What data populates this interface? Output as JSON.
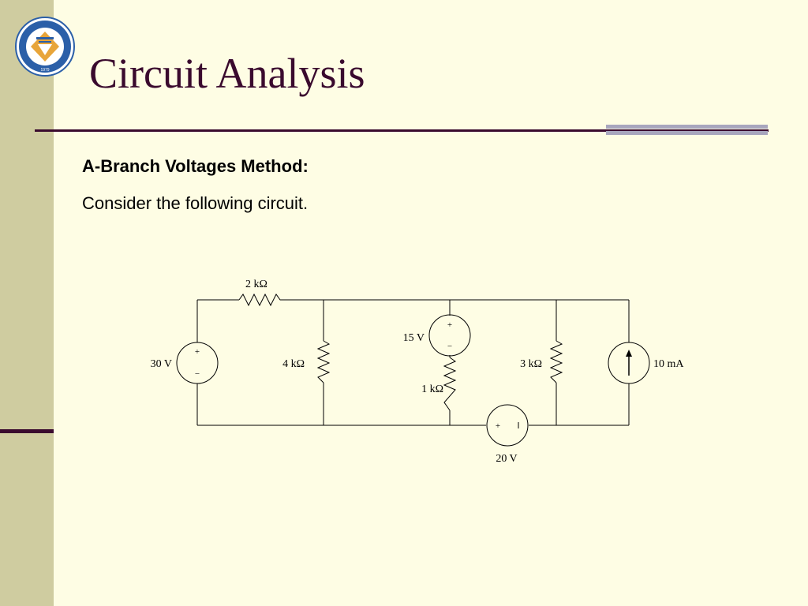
{
  "slide": {
    "title": "Circuit Analysis",
    "heading": "A-Branch Voltages Method:",
    "intro": "Consider the following circuit.",
    "colors": {
      "accent": "#3a0a2e",
      "background": "#fefde4",
      "sidebar": "#cfcca0"
    }
  },
  "logo": {
    "year": "1979"
  },
  "circuit": {
    "components": [
      {
        "id": "r2k",
        "type": "resistor",
        "label": "2 kΩ"
      },
      {
        "id": "r4k",
        "type": "resistor",
        "label": "4 kΩ"
      },
      {
        "id": "r1k",
        "type": "resistor",
        "label": "1 kΩ"
      },
      {
        "id": "r3k",
        "type": "resistor",
        "label": "3 kΩ"
      },
      {
        "id": "v30",
        "type": "voltage-source",
        "label": "30 V"
      },
      {
        "id": "v15",
        "type": "voltage-source",
        "label": "15 V"
      },
      {
        "id": "v20",
        "type": "voltage-source",
        "label": "20 V"
      },
      {
        "id": "i10",
        "type": "current-source",
        "label": "10 mA"
      }
    ],
    "polarity": {
      "plus": "+",
      "minus": "−"
    }
  }
}
